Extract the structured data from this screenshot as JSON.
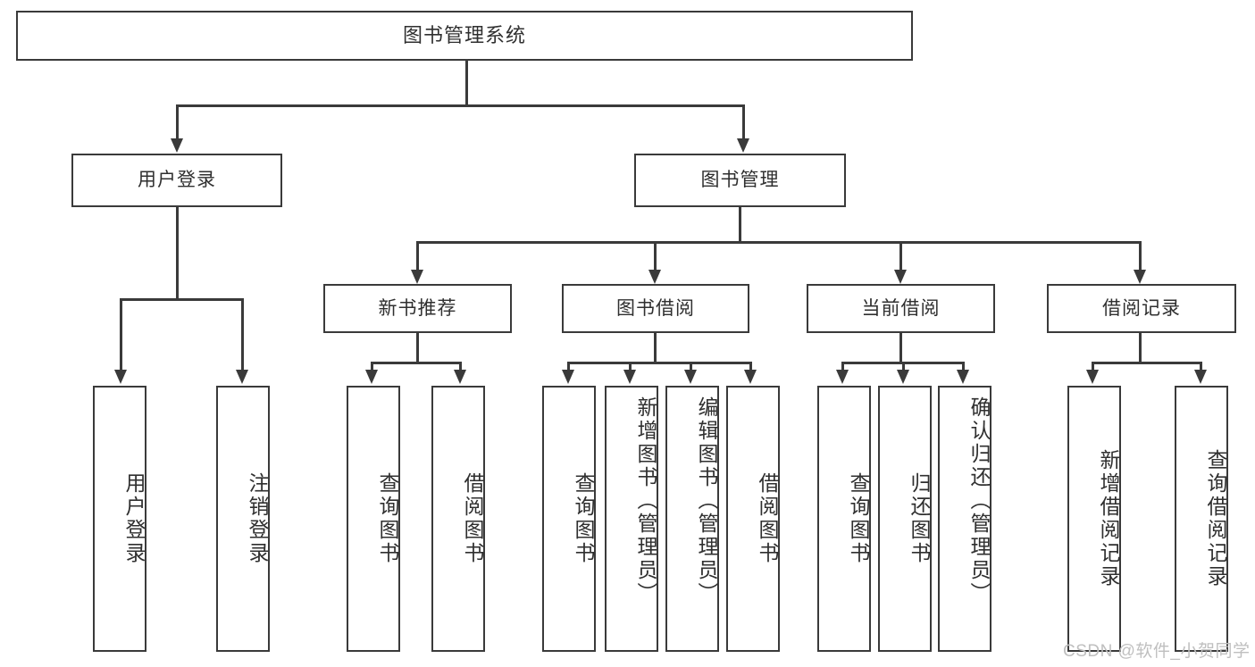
{
  "diagram": {
    "type": "tree",
    "title": "图书管理系统",
    "watermark": "CSDN @软件_小贺同学",
    "colors": {
      "stroke": "#3a3a3a",
      "fill": "#ffffff",
      "text": "#2f2f2f",
      "watermark": "#bfbfbf"
    },
    "nodes": {
      "root": "图书管理系统",
      "level2": {
        "user_login": "用户登录",
        "book_manage": "图书管理"
      },
      "level3": {
        "new_book_rec": "新书推荐",
        "book_borrow": "图书借阅",
        "current_borrow": "当前借阅",
        "borrow_record": "借阅记录"
      },
      "leaves": {
        "user_login_1": "用户登录",
        "user_login_2": "注销登录",
        "new_book_rec_1": "查询图书",
        "new_book_rec_2": "借阅图书",
        "book_borrow_1": "查询图书",
        "book_borrow_2": "新增图书（管理员）",
        "book_borrow_3": "编辑图书（管理员）",
        "book_borrow_4": "借阅图书",
        "current_borrow_1": "查询图书",
        "current_borrow_2": "归还图书",
        "current_borrow_3": "确认归还（管理员）",
        "borrow_record_1": "新增借阅记录",
        "borrow_record_2": "查询借阅记录"
      }
    }
  }
}
